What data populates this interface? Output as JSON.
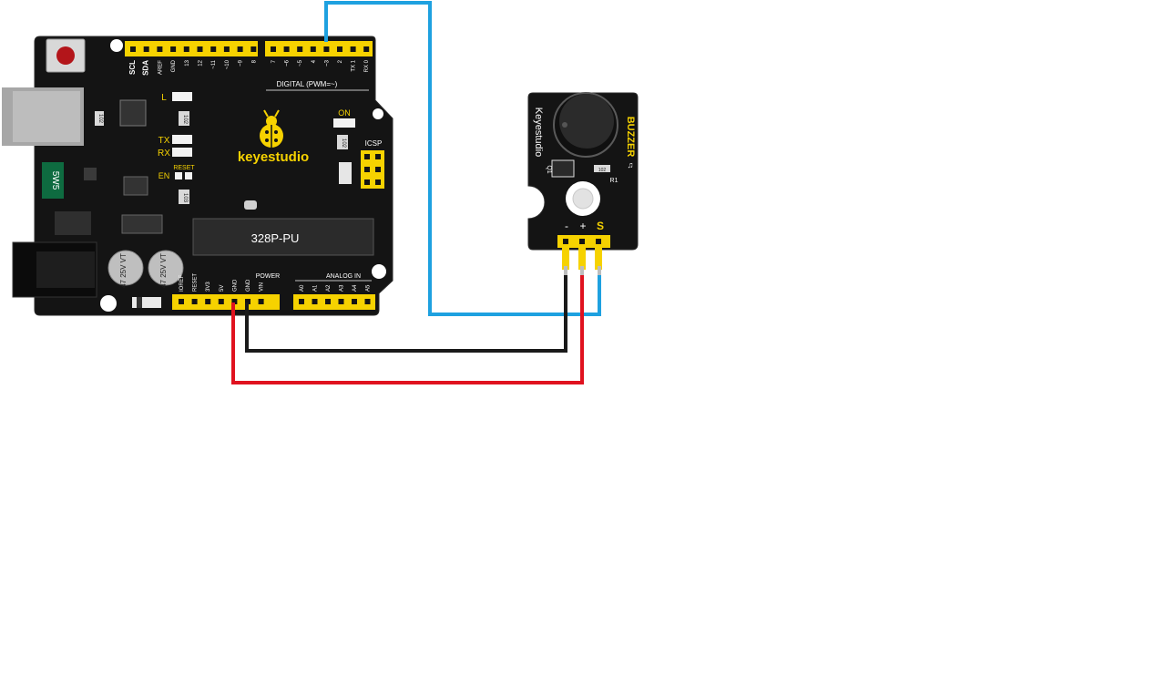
{
  "board": {
    "brand": "keyestudio",
    "chip_label": "328P-PU",
    "digital_label": "DIGITAL (PWM=~)",
    "power_label": "POWER",
    "analog_label": "ANALOG IN",
    "icsp_label": "ICSP",
    "on_label": "ON",
    "l_label": "L",
    "tx_label": "TX",
    "rx_label": "RX",
    "reset_label": "RESET",
    "en_label": "EN",
    "fuse_label": "5W5",
    "res1_label": "102",
    "res2_label": "102",
    "res3_label": "103",
    "res4_label": "102",
    "cap_label": "47 25V VT",
    "digital_pins_left": [
      "SCL",
      "SDA",
      "AREF",
      "GND",
      "13",
      "12",
      "~11",
      "~10",
      "~9",
      "8"
    ],
    "digital_pins_right": [
      "7",
      "~6",
      "~5",
      "4",
      "~3",
      "2",
      "TX 1",
      "RX 0"
    ],
    "power_pins": [
      "IOREF",
      "RESET",
      "3V3",
      "5V",
      "GND",
      "GND",
      "VIN"
    ],
    "analog_pins": [
      "A0",
      "A1",
      "A2",
      "A3",
      "A4",
      "A5"
    ]
  },
  "module": {
    "brand": "Keyestudio",
    "name": "BUZZER",
    "q1_label": "Q1",
    "r1_label": "R1",
    "r1_value": "102",
    "pin_minus": "-",
    "pin_plus": "+",
    "pin_signal": "S"
  },
  "wires": {
    "signal_color": "#1ea1e0",
    "gnd_color": "#1a1a1a",
    "vcc_color": "#e0121f"
  }
}
